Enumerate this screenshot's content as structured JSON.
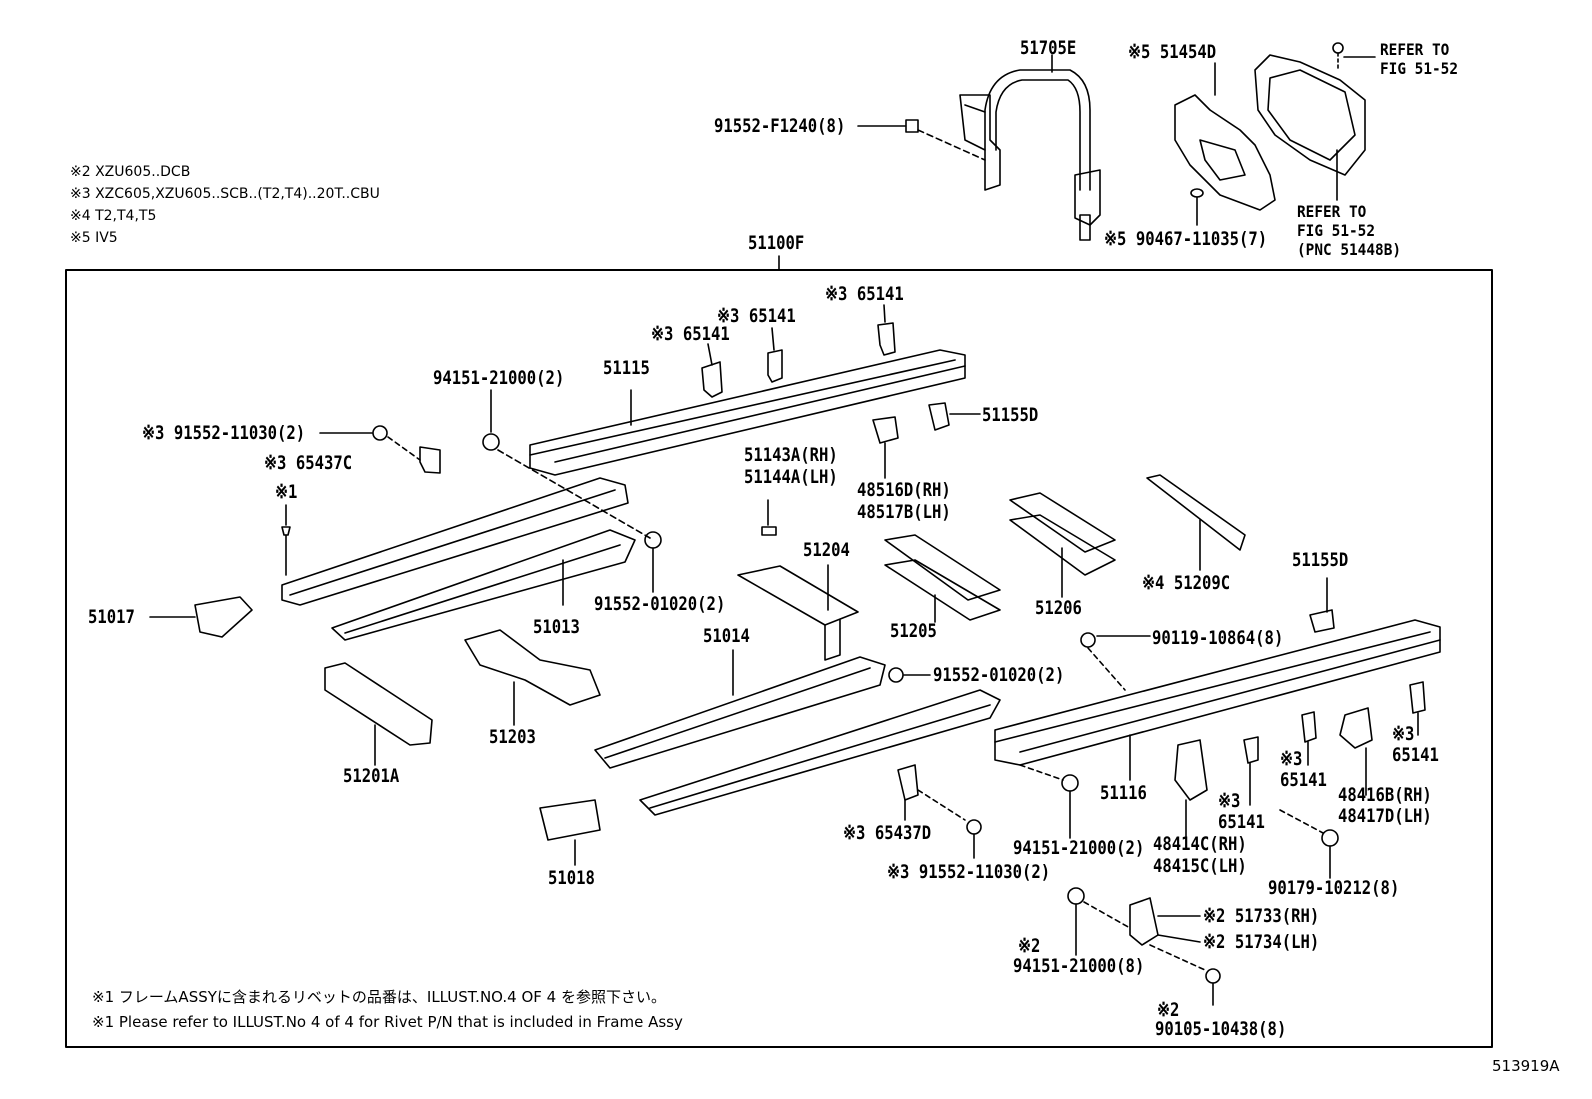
{
  "figure_id": "513919A",
  "assembly_label": "51100F",
  "applicability_notes": [
    "※2 XZU605..DCB",
    "※3 XZC605,XZU605..SCB..(T2,T4)..20T..CBU",
    "※4 T2,T4,T5",
    "※5 IV5"
  ],
  "footnotes": {
    "jp": "※1 フレームASSYに含まれるリベットの品番は、ILLUST.NO.4 OF 4 を参照下さい。",
    "en": "※1 Please refer to ILLUST.No 4 of 4 for Rivet P/N that is included in Frame Assy"
  },
  "references": {
    "top_right_1": "REFER TO",
    "top_right_2": "FIG 51-52",
    "mid_1": "REFER TO",
    "mid_2": "FIG 51-52",
    "mid_3": "(PNC 51448B)"
  },
  "labels": {
    "p51705E": "51705E",
    "p51454D": "※5 51454D",
    "p91552F1240": "91552-F1240(8)",
    "p90467": "※5 90467-11035(7)",
    "p65141_a": "※3 65141",
    "p65141_b": "※3 65141",
    "p65141_c": "※3 65141",
    "p94151_a": "94151-21000(2)",
    "p51115": "51115",
    "p91552_11030_a": "※3 91552-11030(2)",
    "p65437C": "※3 65437C",
    "p51155D_a": "51155D",
    "p51143A": "51143A(RH)",
    "p51144A": "51144A(LH)",
    "p48516D": "48516D(RH)",
    "p48517B": "48517B(LH)",
    "p_star1": "※1",
    "p51017": "51017",
    "p51013": "51013",
    "p91552_01020_a": "91552-01020(2)",
    "p51204": "51204",
    "p51205": "51205",
    "p51206": "51206",
    "p51209C": "※4 51209C",
    "p51155D_b": "51155D",
    "p90119": "90119-10864(8)",
    "p51014": "51014",
    "p51203": "51203",
    "p51201A": "51201A",
    "p91552_01020_b": "91552-01020(2)",
    "p65141_d": "※3 65141",
    "p65141_e": "※3 65141",
    "p65141_f": "※3 65141",
    "p48416B": "48416B(RH)",
    "p48417D": "48417D(LH)",
    "p51116": "51116",
    "p65437D": "※3 65437D",
    "p94151_b": "94151-21000(2)",
    "p48414C": "48414C(RH)",
    "p48415C": "48415C(LH)",
    "p90179": "90179-10212(8)",
    "p91552_11030_b": "※3 91552-11030(2)",
    "p51018": "51018",
    "p51733": "※2 51733(RH)",
    "p51734": "※2 51734(LH)",
    "p94151_c_note": "※2",
    "p94151_c": "94151-21000(8)",
    "p90105_note": "※2",
    "p90105": "90105-10438(8)"
  }
}
